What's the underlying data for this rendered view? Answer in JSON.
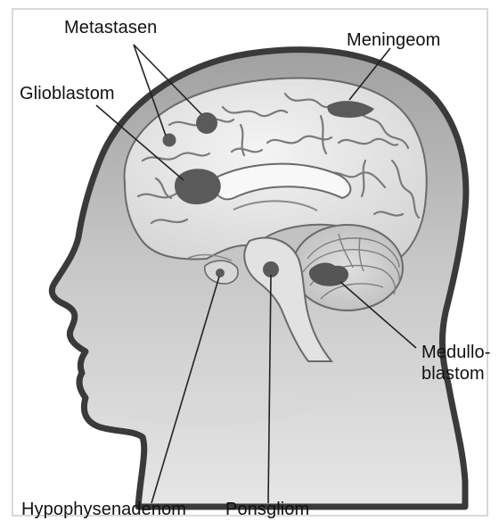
{
  "labels": {
    "metastasen": "Metastasen",
    "meningeom": "Meningeom",
    "glioblastom": "Glioblastom",
    "medullo_line1": "Medullo-",
    "medullo_line2": "blastom",
    "hypophysenadenom": "Hypophysenadenom",
    "ponsgliom": "Ponsgliom"
  },
  "colors": {
    "background": "#ffffff",
    "frame": "#d8d8d8",
    "head_fill": "#bdbdbd",
    "head_outline": "#3a3a3a",
    "brain_fill": "#ececec",
    "brain_lines": "#7a7a7a",
    "tumor": "#5a5a5a",
    "leader_lines": "#222222",
    "text": "#111111"
  }
}
